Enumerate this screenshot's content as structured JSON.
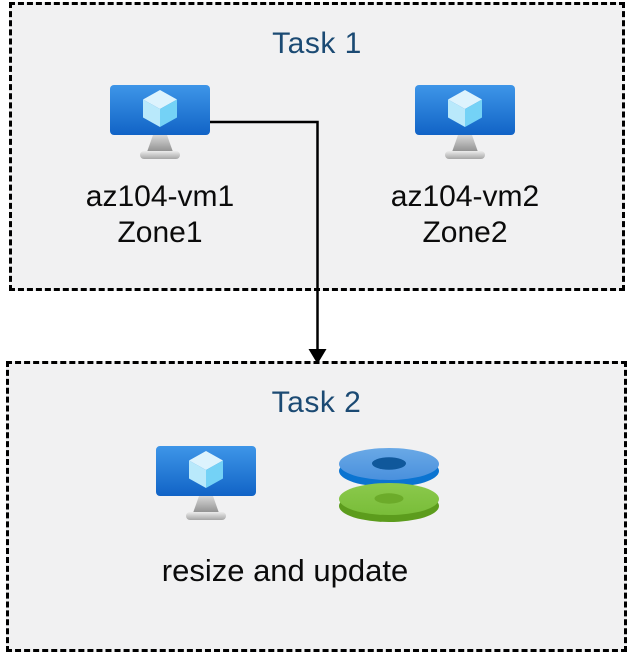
{
  "diagram": {
    "task1": {
      "title": "Task 1",
      "vms": [
        {
          "name": "az104-vm1",
          "zone": "Zone1"
        },
        {
          "name": "az104-vm2",
          "zone": "Zone2"
        }
      ]
    },
    "task2": {
      "title": "Task 2",
      "caption": "resize and update"
    },
    "icons": {
      "vm": "vm-monitor-cube-icon",
      "disks": "stacked-disks-icon",
      "connector": "elbow-down-arrow"
    },
    "colors": {
      "title_text": "#1b4a73",
      "label_text": "#0b0b0b",
      "box_background": "#f1f1f2",
      "box_border": "#000000",
      "vm_screen_top": "#3e96e8",
      "vm_screen_bottom": "#1163c6",
      "cube_top": "#ddf3fd",
      "cube_left": "#b9e9fb",
      "cube_right": "#74d2f6",
      "stand_gray": "#a9a9a9",
      "disk_blue_top": "#5b9fe3",
      "disk_blue_side": "#0b74d1",
      "disk_blue_hole": "#10589b",
      "disk_green_top": "#82c444",
      "disk_green_side": "#5c9c1d",
      "disk_green_hole": "#6cab2a",
      "arrow": "#000000"
    }
  }
}
